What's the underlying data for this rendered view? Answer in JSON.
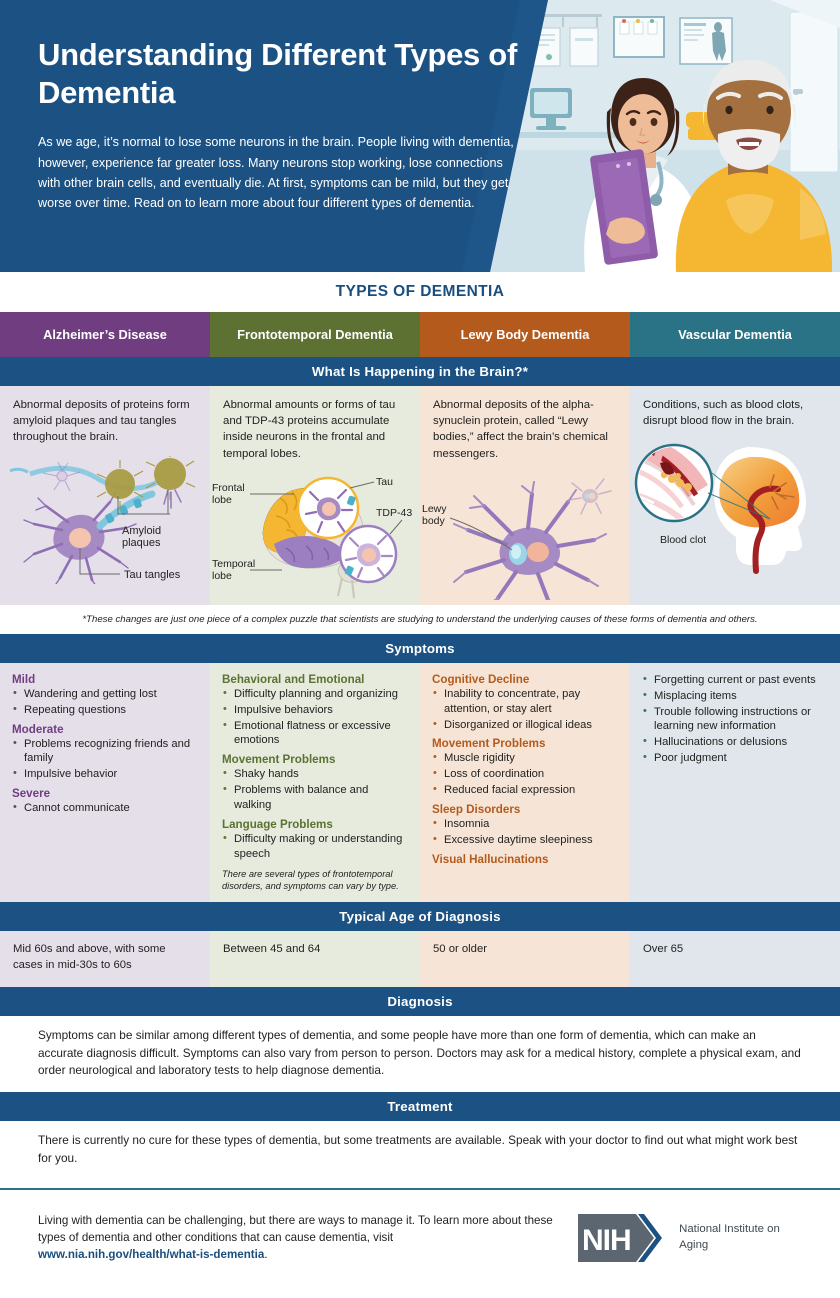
{
  "hero": {
    "title": "Understanding Different Types of Dementia",
    "subtitle": "As we age, it’s normal to lose some neurons in the brain. People living with dementia, however, experience far greater loss. Many neurons stop working, lose connections with other brain cells, and eventually die. At first, symptoms can be mild, but they get worse over time. Read on to learn more about four different types of dementia.",
    "illustration": "doctor-and-older-patient-in-clinic"
  },
  "types_title": "TYPES OF DEMENTIA",
  "columns": [
    {
      "name": "Alzheimer’s Disease",
      "color": "#6f3d80",
      "tint": "#e5dfe9"
    },
    {
      "name": "Frontotemporal Dementia",
      "color": "#5d7132",
      "tint": "#e6ebdd"
    },
    {
      "name": "Lewy Body Dementia",
      "color": "#b45a1d",
      "tint": "#f6e5d6"
    },
    {
      "name": "Vascular Dementia",
      "color": "#2a7285",
      "tint": "#e0e6eb"
    }
  ],
  "sections": {
    "brain": {
      "bar": "What Is Happening in the Brain?*",
      "blurbs": [
        "Abnormal deposits of proteins form amyloid plaques and tau tangles throughout the brain.",
        "Abnormal amounts or forms of tau and TDP-43 proteins accumulate inside neurons in the frontal and temporal lobes.",
        "Abnormal deposits of the alpha-synuclein protein, called “Lewy bodies,” affect the brain’s chemical messengers.",
        "Conditions, such as blood clots, disrupt blood flow in the brain."
      ],
      "illustration_labels": {
        "alz": [
          "Amyloid plaques",
          "Tau tangles"
        ],
        "ftd": [
          "Frontal lobe",
          "Temporal lobe",
          "Tau",
          "TDP-43"
        ],
        "lbd": [
          "Lewy body"
        ],
        "vas": [
          "Blood clot"
        ]
      },
      "footnote": "*These changes are just one piece of a complex puzzle that scientists are studying to understand the underlying causes of these forms of dementia and others."
    },
    "symptoms": {
      "bar": "Symptoms",
      "alz": [
        {
          "heading": "Mild",
          "items": [
            "Wandering and getting lost",
            "Repeating questions"
          ]
        },
        {
          "heading": "Moderate",
          "items": [
            "Problems recognizing friends and family",
            "Impulsive behavior"
          ]
        },
        {
          "heading": "Severe",
          "items": [
            "Cannot communicate"
          ]
        }
      ],
      "ftd": [
        {
          "heading": "Behavioral and Emotional",
          "items": [
            "Difficulty planning and organizing",
            "Impulsive behaviors",
            "Emotional flatness or excessive emotions"
          ]
        },
        {
          "heading": "Movement Problems",
          "items": [
            "Shaky hands",
            "Problems with balance and walking"
          ]
        },
        {
          "heading": "Language Problems",
          "items": [
            "Difficulty making or understanding speech"
          ]
        }
      ],
      "ftd_note": "There are several types of frontotemporal disorders, and symptoms can vary by type.",
      "lbd": [
        {
          "heading": "Cognitive Decline",
          "items": [
            "Inability to concentrate, pay attention, or stay alert",
            "Disorganized or illogical ideas"
          ]
        },
        {
          "heading": "Movement Problems",
          "items": [
            "Muscle rigidity",
            "Loss of coordination",
            "Reduced facial expression"
          ]
        },
        {
          "heading": "Sleep Disorders",
          "items": [
            "Insomnia",
            "Excessive daytime sleepiness"
          ]
        }
      ],
      "lbd_standalone": "Visual Hallucinations",
      "vas": [
        "Forgetting current or past events",
        "Misplacing items",
        "Trouble following instructions or learning new information",
        "Hallucinations or delusions",
        "Poor judgment"
      ]
    },
    "age": {
      "bar": "Typical Age of Diagnosis",
      "values": [
        "Mid 60s and above, with some cases in mid-30s to 60s",
        "Between 45 and 64",
        "50 or older",
        "Over 65"
      ]
    },
    "diagnosis": {
      "bar": "Diagnosis",
      "text": "Symptoms can be similar among different types of dementia, and some people have more than one form of dementia, which can make an accurate diagnosis difficult. Symptoms can also vary from person to person. Doctors may ask for a medical history, complete a physical exam, and order neurological and laboratory tests to help diagnose dementia."
    },
    "treatment": {
      "bar": "Treatment",
      "text": "There is currently no cure for these types of dementia, but some treatments are available. Speak with your doctor to find out what might work best for you."
    }
  },
  "footer": {
    "text_before": "Living with dementia can be challenging, but there are ways to manage it. To learn more about these types of dementia and other conditions that can cause dementia, visit ",
    "link": "www.nia.nih.gov/health/what-is-dementia",
    "text_after": ".",
    "logo_text": "NIH",
    "logo_name": "National Institute on Aging"
  }
}
